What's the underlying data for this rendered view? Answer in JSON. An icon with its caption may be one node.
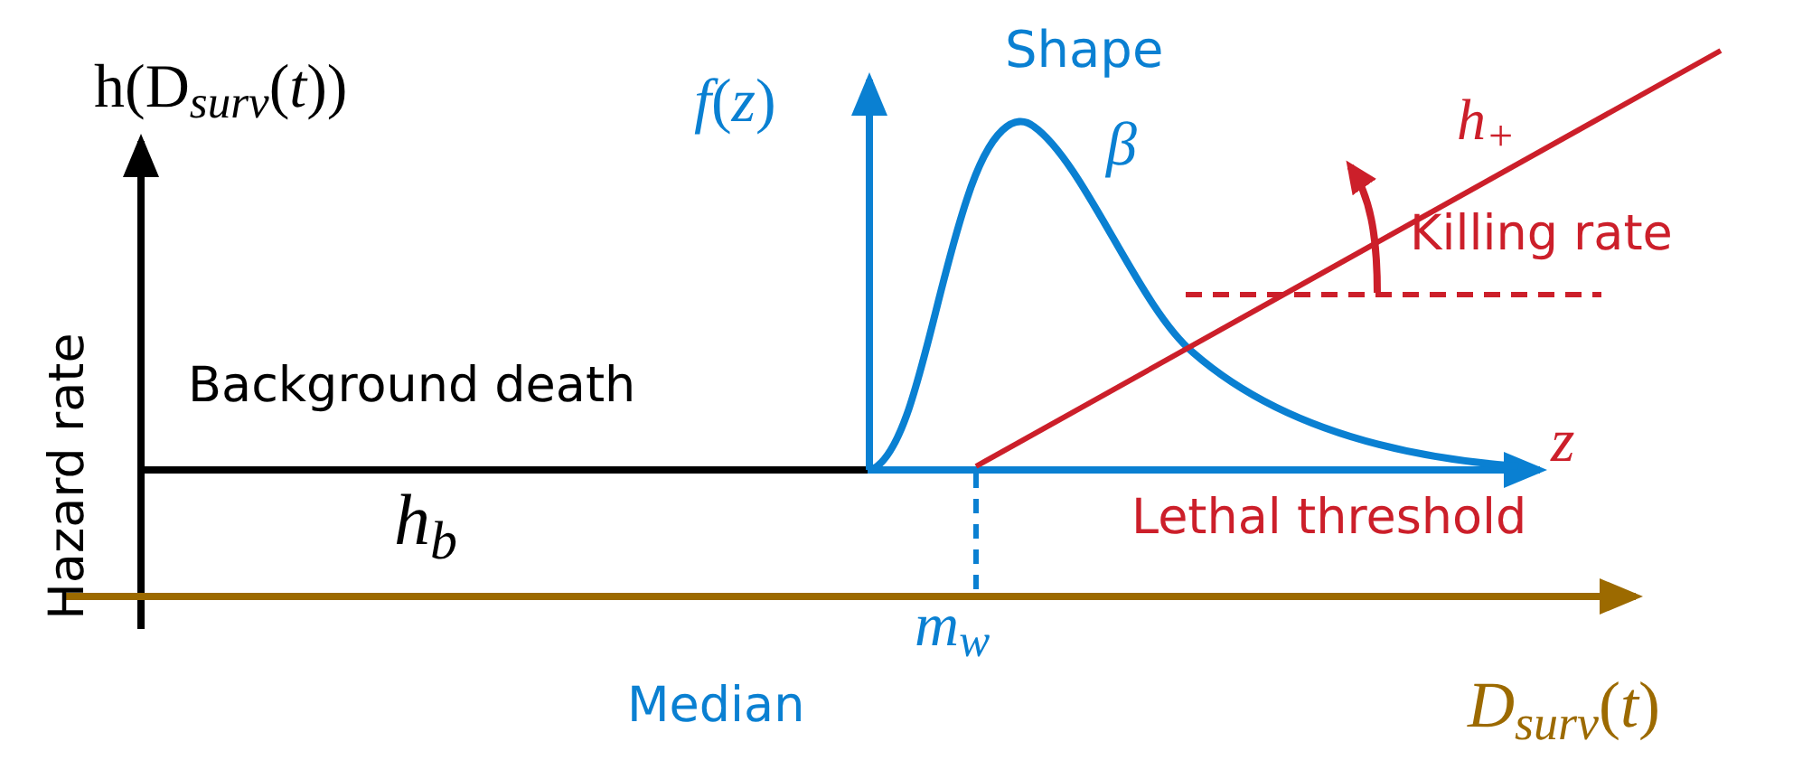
{
  "diagram": {
    "labels": [
      "h(D$_{surv}$(*t*))",
      "Hazard rate",
      "*f*(*z*)",
      "Shape",
      "*β*",
      "*h*$_{+}$",
      "Killing rate",
      "Background death",
      "*z*",
      "*h*$_{b}$",
      "Lethal threshold",
      "*m*$_{w}$",
      "Median",
      "*D*$_{surv}$(*t*)"
    ]
  }
}
